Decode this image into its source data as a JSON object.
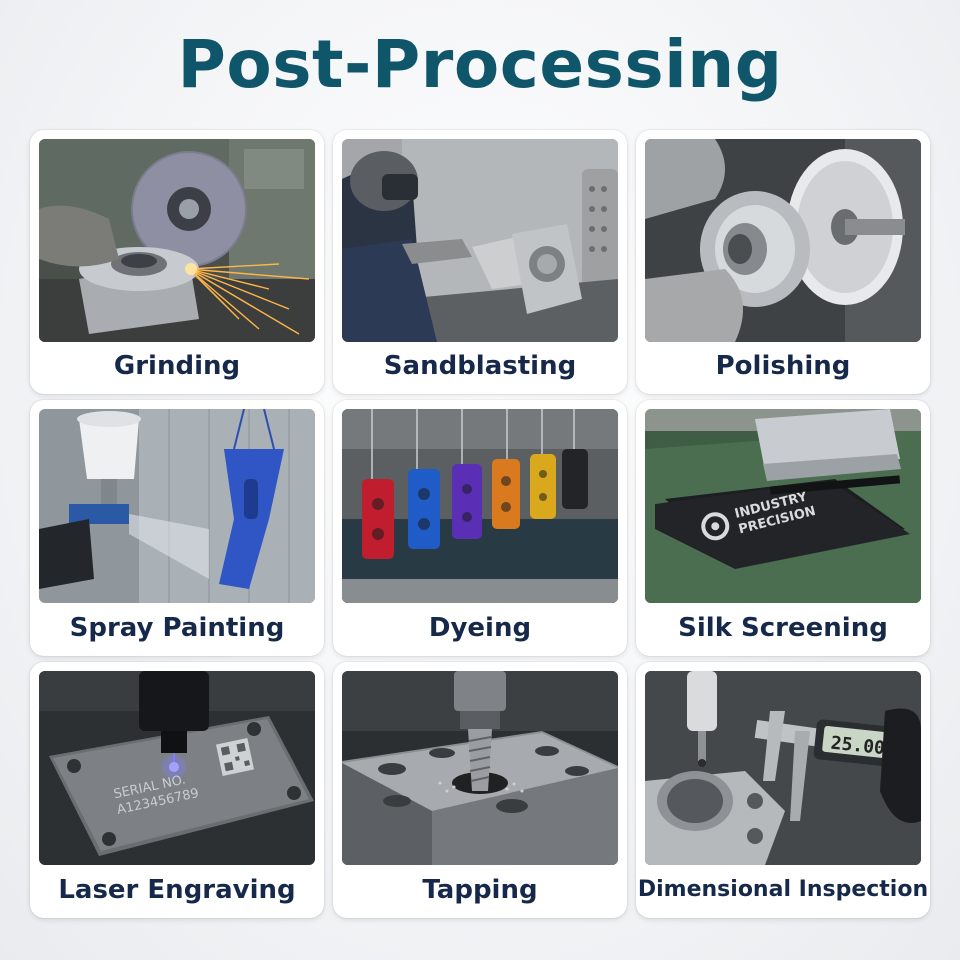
{
  "title": "Post-Processing",
  "processes": [
    {
      "label": "Grinding",
      "icon": "grinding-photo"
    },
    {
      "label": "Sandblasting",
      "icon": "sandblasting-photo"
    },
    {
      "label": "Polishing",
      "icon": "polishing-photo"
    },
    {
      "label": "Spray Painting",
      "icon": "spray-painting-photo"
    },
    {
      "label": "Dyeing",
      "icon": "dyeing-photo"
    },
    {
      "label": "Silk Screening",
      "icon": "silk-screening-photo"
    },
    {
      "label": "Laser Engraving",
      "icon": "laser-engraving-photo"
    },
    {
      "label": "Tapping",
      "icon": "tapping-photo"
    },
    {
      "label": "Dimensional Inspection",
      "icon": "dimensional-inspection-photo"
    }
  ],
  "photo_text": {
    "silk_line1": "INDUSTRY",
    "silk_line2": "PRECISION",
    "serial_line1": "SERIAL NO.",
    "serial_line2": "A123456789",
    "caliper_reading": "25.00"
  },
  "colors": {
    "title": "#10566b",
    "label": "#17294a",
    "card": "#ffffff"
  }
}
